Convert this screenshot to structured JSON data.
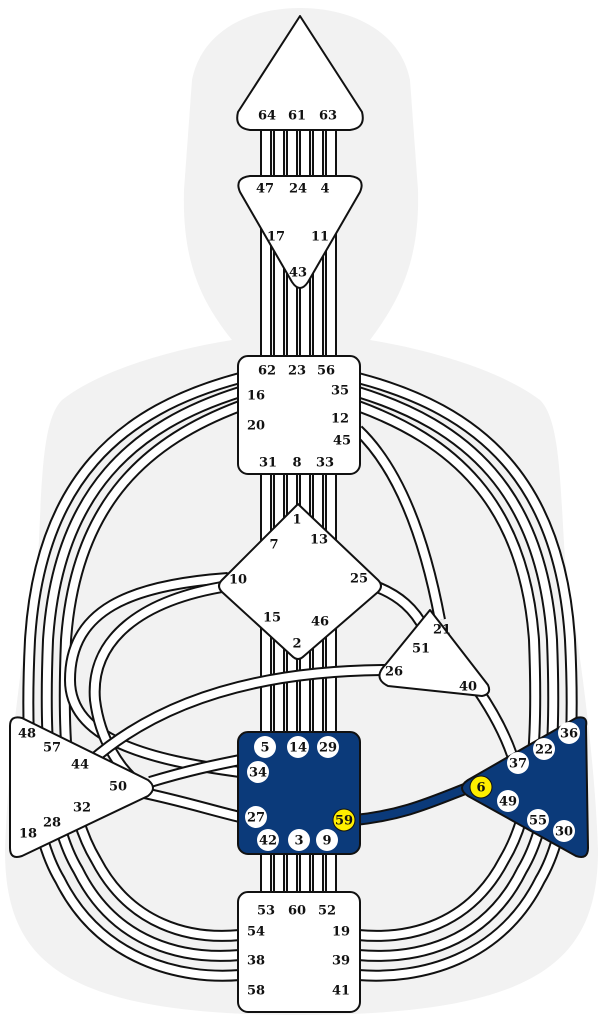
{
  "colors": {
    "defined_center": "#0b3a7a",
    "highlight_gate": "#ffee00",
    "background_silhouette": "#f2f2f2",
    "stroke": "#111111",
    "open_center": "#ffffff"
  },
  "centers": [
    {
      "name": "head",
      "defined": false
    },
    {
      "name": "ajna",
      "defined": false
    },
    {
      "name": "throat",
      "defined": false
    },
    {
      "name": "g-center",
      "defined": false
    },
    {
      "name": "ego",
      "defined": false
    },
    {
      "name": "spleen",
      "defined": false
    },
    {
      "name": "sacral",
      "defined": true
    },
    {
      "name": "solar-plexus",
      "defined": true
    },
    {
      "name": "root",
      "defined": false
    }
  ],
  "gates": {
    "head": [
      "64",
      "61",
      "63"
    ],
    "ajna": [
      "47",
      "24",
      "4",
      "17",
      "11",
      "43"
    ],
    "throat": [
      "62",
      "23",
      "56",
      "16",
      "35",
      "20",
      "12",
      "45",
      "31",
      "8",
      "33"
    ],
    "g_center": [
      "1",
      "7",
      "13",
      "10",
      "25",
      "15",
      "46",
      "2"
    ],
    "ego": [
      "21",
      "51",
      "26",
      "40"
    ],
    "spleen": [
      "48",
      "57",
      "44",
      "50",
      "32",
      "28",
      "18"
    ],
    "sacral": [
      "5",
      "14",
      "29",
      "34",
      "27",
      "59",
      "42",
      "3",
      "9"
    ],
    "solar_plexus": [
      "36",
      "22",
      "37",
      "6",
      "49",
      "55",
      "30"
    ],
    "root": [
      "53",
      "60",
      "52",
      "54",
      "19",
      "38",
      "39",
      "58",
      "41"
    ]
  },
  "highlighted_gates": [
    "59",
    "6"
  ],
  "defined_channel": {
    "from": "59",
    "to": "6"
  }
}
